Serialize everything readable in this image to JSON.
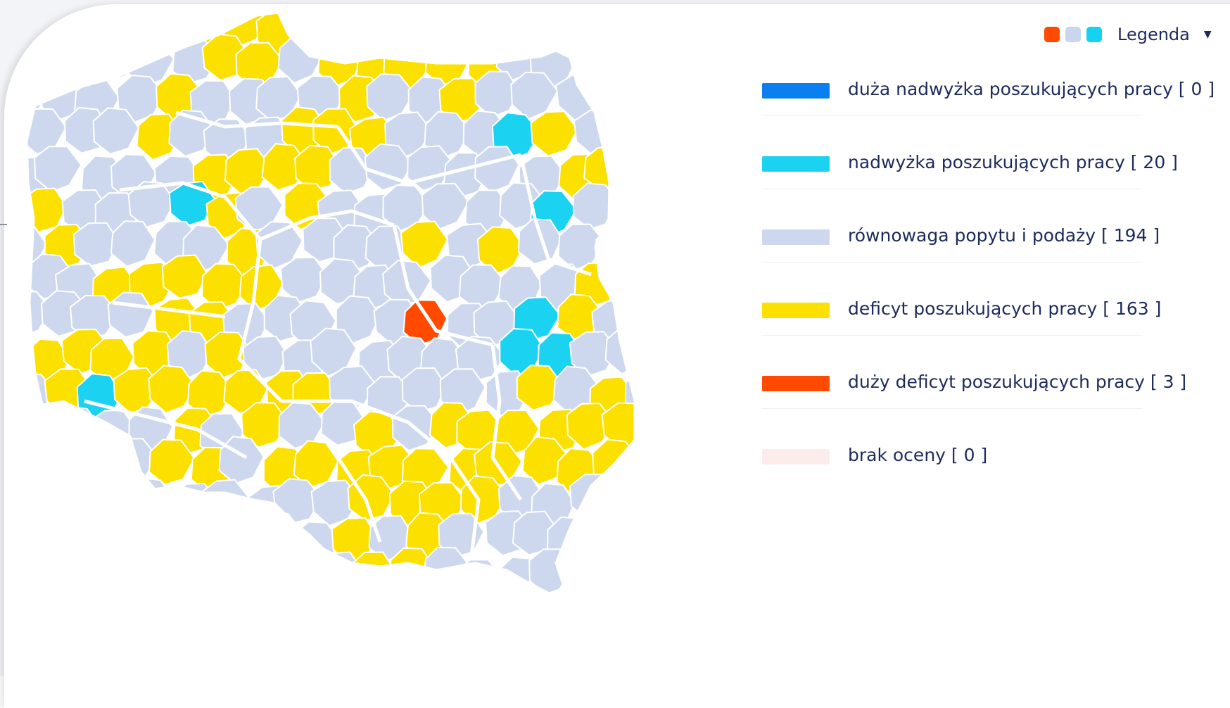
{
  "legend": {
    "title": "Legenda",
    "toggle_icon": "caret-down-icon",
    "preview_colors": [
      "#ff4a00",
      "#c9d6ee",
      "#14d2f0"
    ],
    "items": [
      {
        "label": "duża nadwyżka poszukujących pracy [ 0 ]",
        "color": "#0a7ff0",
        "count": 0
      },
      {
        "label": "nadwyżka poszukujących pracy [ 20 ]",
        "color": "#1bd3f0",
        "count": 20
      },
      {
        "label": "równowaga popytu i podaży [ 194 ]",
        "color": "#cdd8ee",
        "count": 194
      },
      {
        "label": "deficyt poszukujących pracy [ 163 ]",
        "color": "#fbe000",
        "count": 163
      },
      {
        "label": "duży deficyt poszukujących pracy [ 3 ]",
        "color": "#ff4a00",
        "count": 3
      },
      {
        "label": "brak oceny [ 0 ]",
        "color": "#fdecec",
        "count": 0
      }
    ]
  },
  "map": {
    "border_color": "#ffffff",
    "category_colors": {
      "balance": "#cdd8ee",
      "deficit": "#fbe000",
      "surplus": "#1bd3f0",
      "big_deficit": "#ff4a00"
    }
  }
}
